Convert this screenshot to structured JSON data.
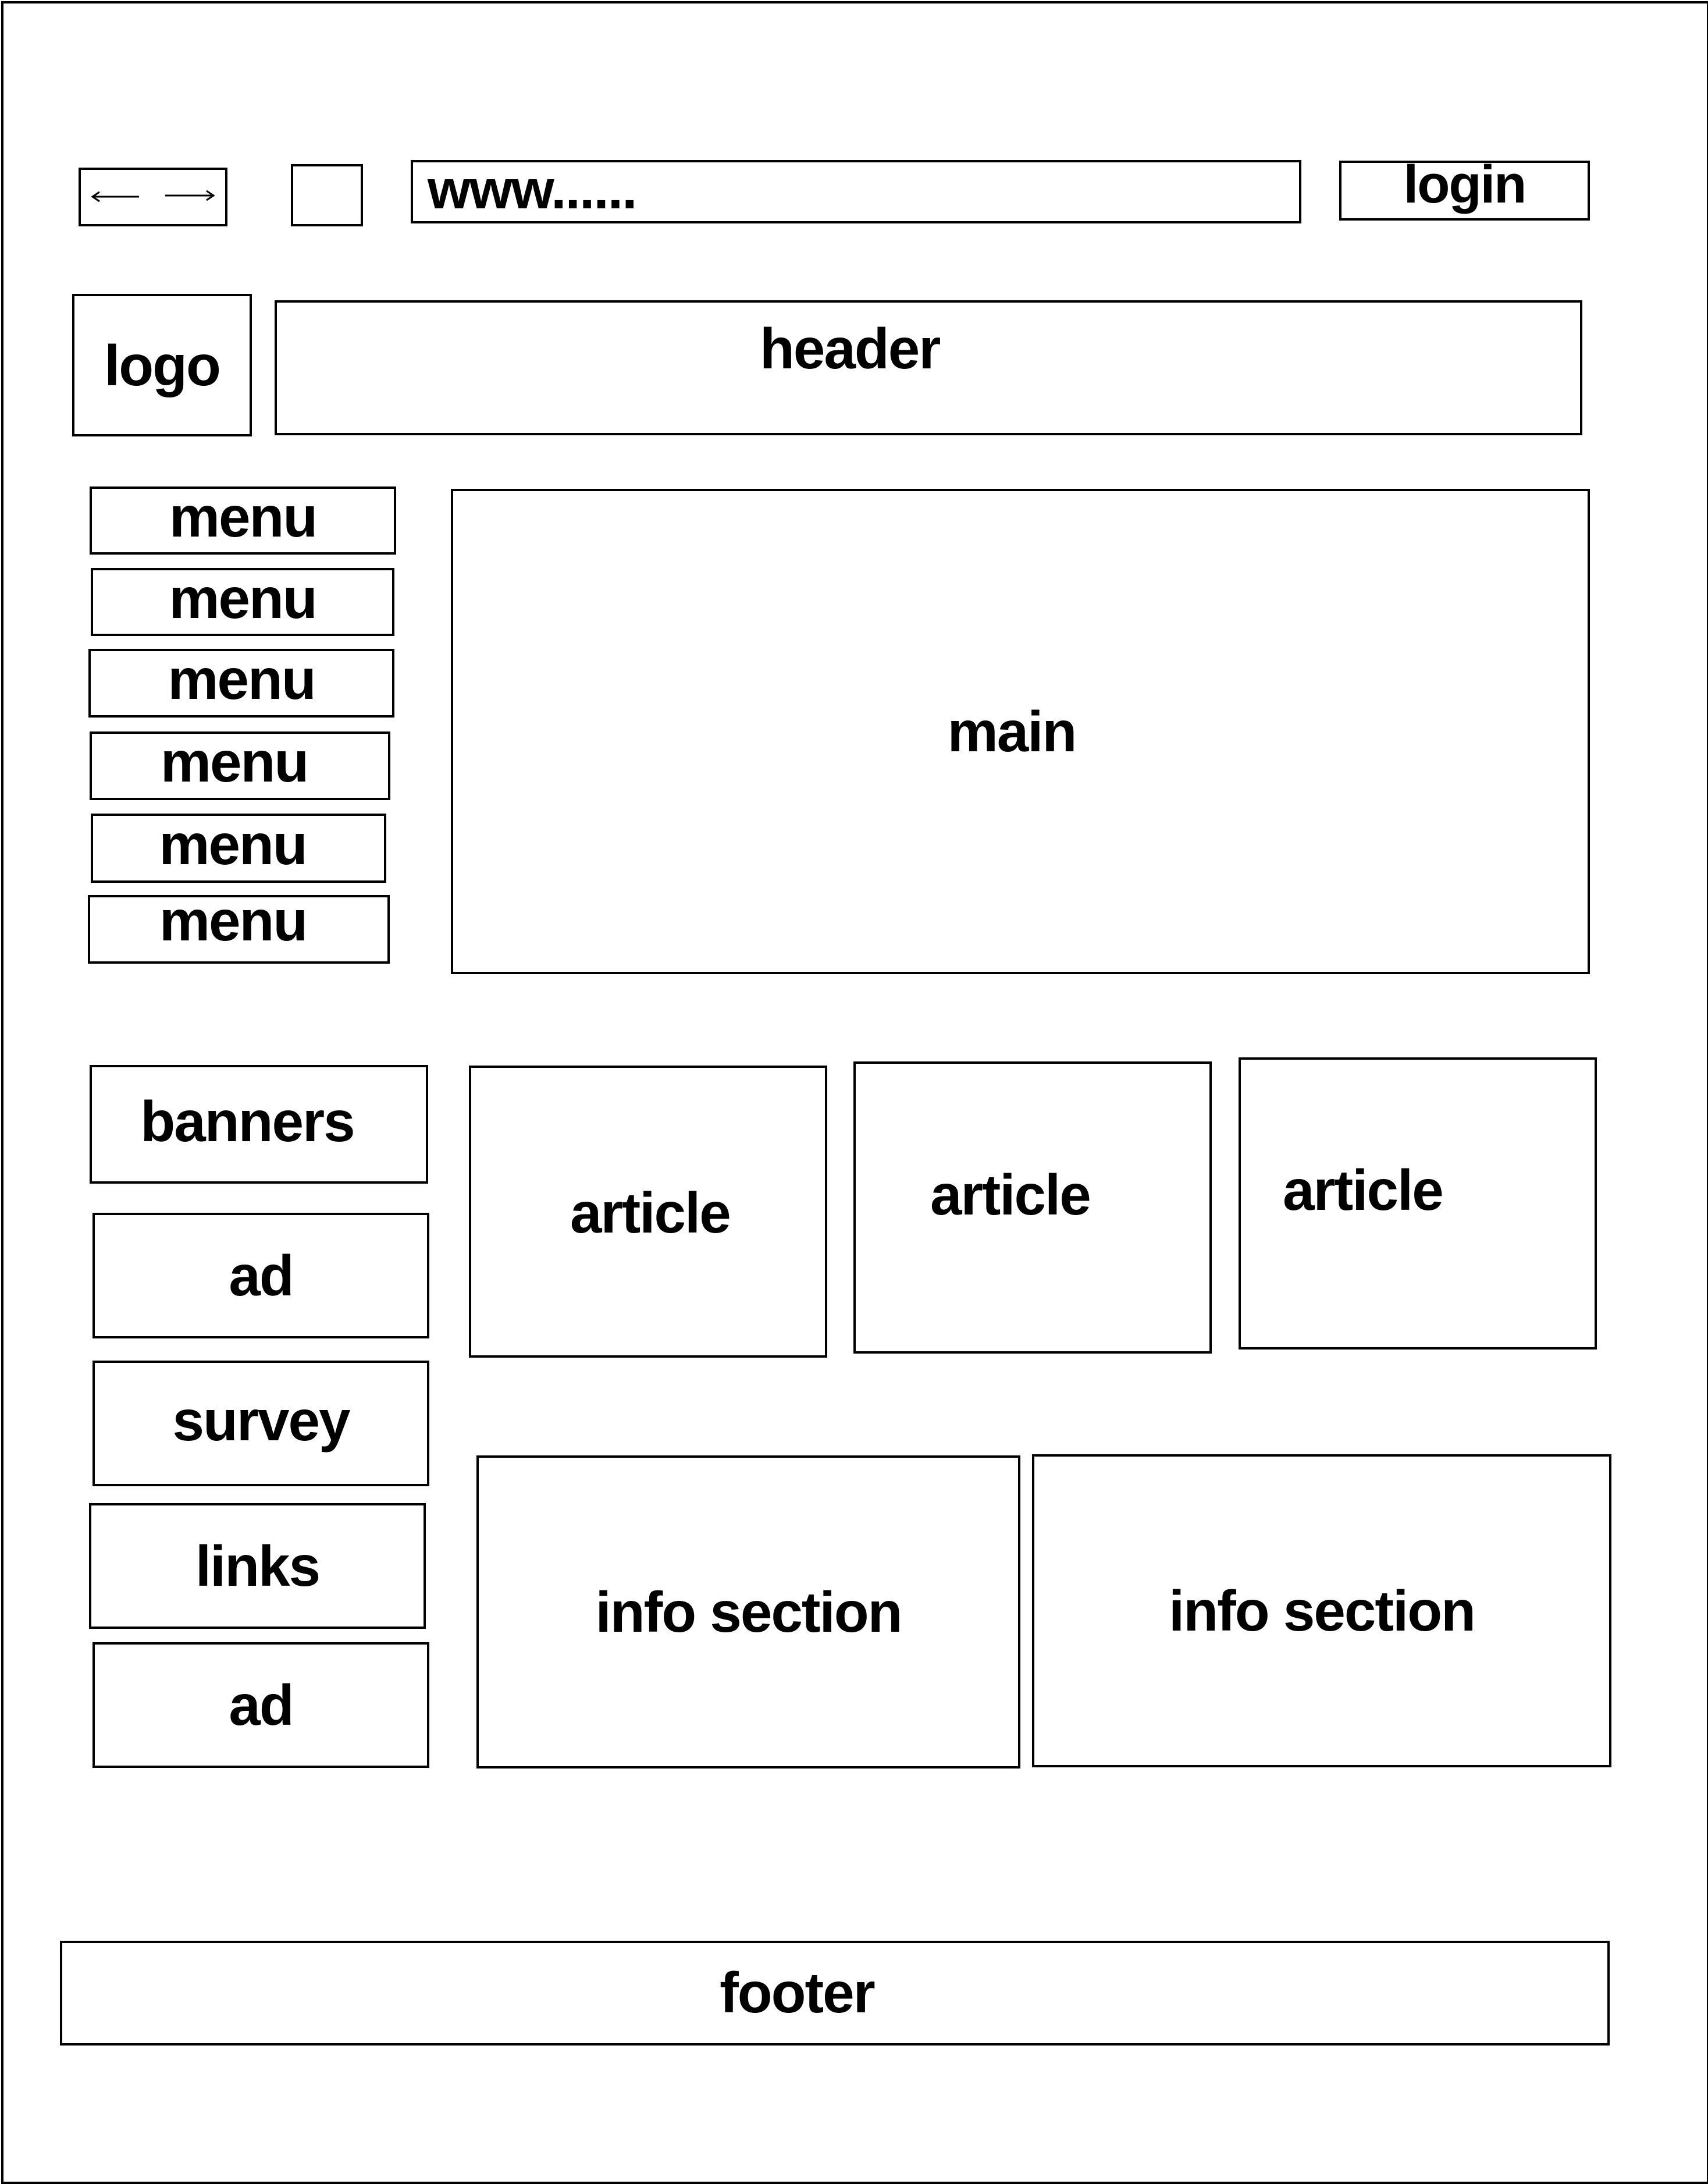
{
  "browser": {
    "url": "www......",
    "login_label": "login"
  },
  "site": {
    "logo_label": "logo",
    "header_label": "header"
  },
  "menu": {
    "items": [
      {
        "label": "menu"
      },
      {
        "label": "menu"
      },
      {
        "label": "menu"
      },
      {
        "label": "menu"
      },
      {
        "label": "menu"
      },
      {
        "label": "menu"
      }
    ]
  },
  "main": {
    "label": "main"
  },
  "sidebar": {
    "items": [
      {
        "label": "banners"
      },
      {
        "label": "ad"
      },
      {
        "label": "survey"
      },
      {
        "label": "links"
      },
      {
        "label": "ad"
      }
    ]
  },
  "articles": [
    {
      "label": "article"
    },
    {
      "label": "article"
    },
    {
      "label": "article"
    }
  ],
  "info_sections": [
    {
      "label": "info section"
    },
    {
      "label": "info section"
    }
  ],
  "footer": {
    "label": "footer"
  },
  "icons": {
    "back": "arrow-left-icon",
    "forward": "arrow-right-icon",
    "extra": "blank-square-icon"
  }
}
